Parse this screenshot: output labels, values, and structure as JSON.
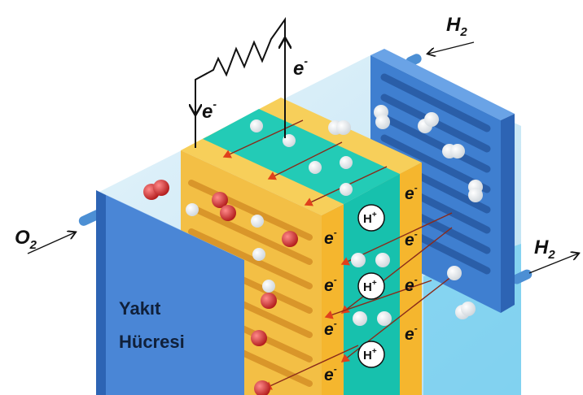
{
  "title": {
    "line1": "Yakıt",
    "line2": "Hücresi"
  },
  "gases": {
    "h2_in": {
      "symbol": "H",
      "sub": "2"
    },
    "h2_out": {
      "symbol": "H",
      "sub": "2"
    },
    "o2_in": {
      "symbol": "O",
      "sub": "2"
    }
  },
  "electron": {
    "symbol": "e",
    "sup": "-"
  },
  "proton": {
    "symbol": "H",
    "sup": "+"
  },
  "colors": {
    "plate": "#4a86d6",
    "electrode": "#f4c142",
    "membrane": "#1fc9b5",
    "container": "#cfe9f5",
    "arrow": "#c23a1e"
  }
}
